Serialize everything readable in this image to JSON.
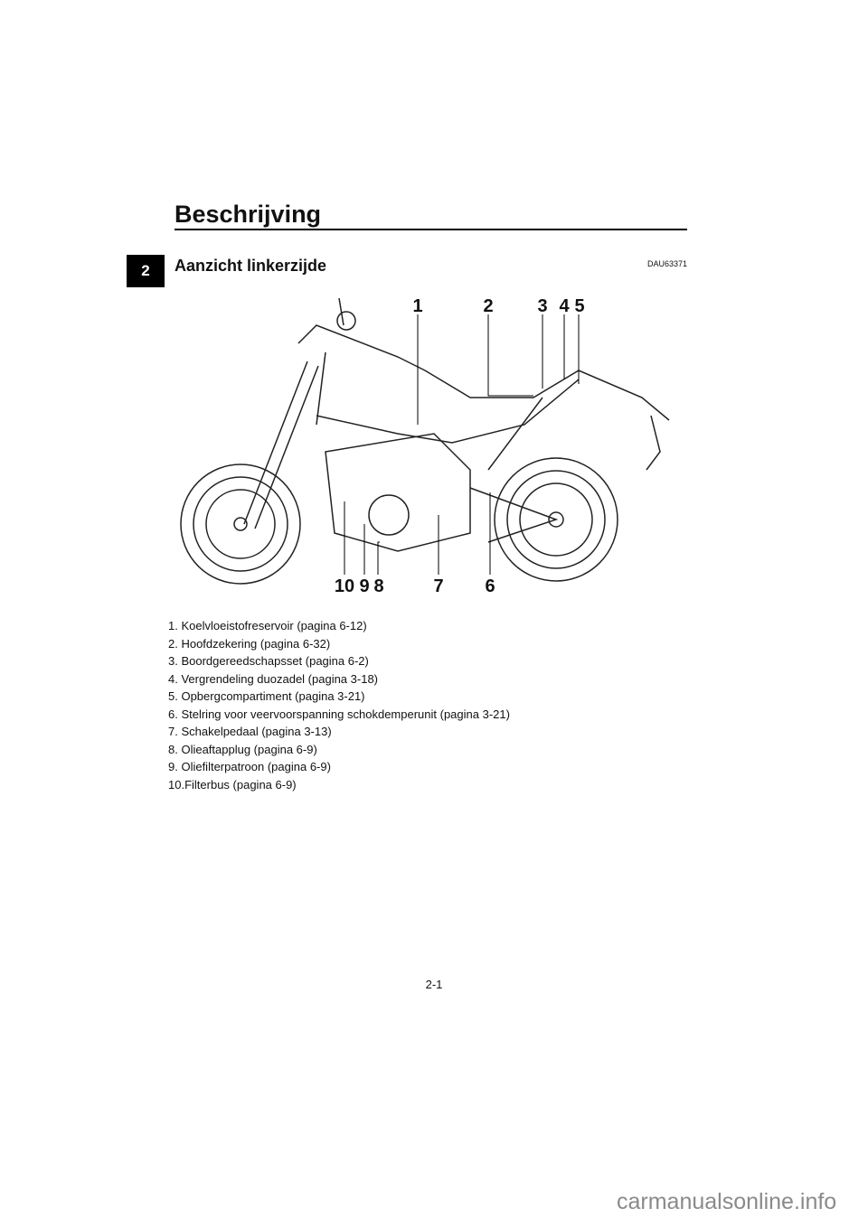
{
  "chapter_tab": "2",
  "header": {
    "title": "Beschrijving",
    "code": "DAU63371"
  },
  "section": {
    "title": "Aanzicht linkerzijde"
  },
  "figure": {
    "callouts_top": [
      "1",
      "2",
      "3",
      "4",
      "5"
    ],
    "callouts_bottom": [
      "10",
      "9",
      "8",
      "7",
      "6"
    ]
  },
  "legend": [
    "1. Koelvloeistofreservoir (pagina 6-12)",
    "2. Hoofdzekering (pagina 6-32)",
    "3. Boordgereedschapsset (pagina 6-2)",
    "4. Vergrendeling duozadel (pagina 3-18)",
    "5. Opbergcompartiment (pagina 3-21)",
    "6. Stelring voor veervoorspanning schokdemperunit (pagina 3-21)",
    "7. Schakelpedaal (pagina 3-13)",
    "8. Olieaftapplug (pagina 6-9)",
    "9. Oliefilterpatroon (pagina 6-9)",
    "10.Filterbus (pagina 6-9)"
  ],
  "page_number": "2-1",
  "watermark": "carmanualsonline.info"
}
